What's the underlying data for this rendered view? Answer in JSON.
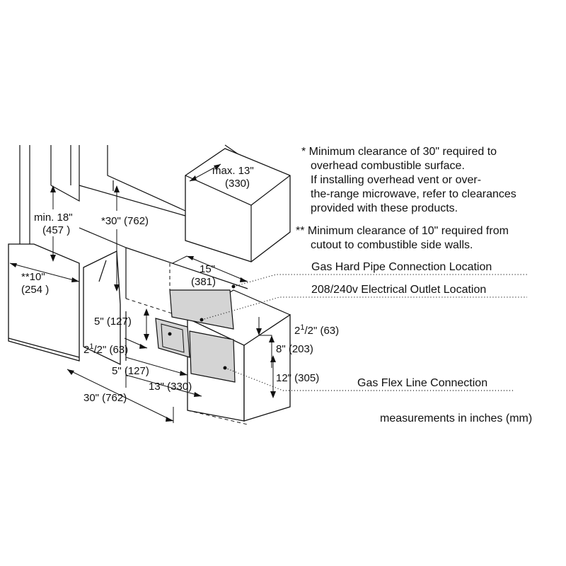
{
  "notes": {
    "note1": [
      "* Minimum clearance of 30\" required to",
      "overhead combustible surface.",
      "If installing overhead vent or over-",
      "the-range microwave, refer to clearances",
      "provided with these products."
    ],
    "note2": [
      "** Minimum clearance of 10\" required from",
      "cutout to combustible side walls."
    ]
  },
  "callouts": {
    "gas_hard_pipe": "Gas Hard Pipe Connection Location",
    "electrical_outlet": "208/240v Electrical Outlet Location",
    "gas_flex_line": "Gas Flex Line Connection",
    "units_note": "measurements in inches (mm)"
  },
  "dimensions": {
    "max_13": "max. 13\"",
    "max_13_mm": "(330)",
    "min_18": "min. 18\"",
    "min_18_mm": "(457 )",
    "clear_30": "*30\" (762)",
    "side_10": "**10\"",
    "side_10_mm": "(254 )",
    "w15": "15\"",
    "w15_mm": "(381)",
    "h5": "5\" (127)",
    "half_left_a": "2",
    "half_left_sup": "1",
    "half_left_b": "/2\" (63)",
    "half_right_a": "2",
    "half_right_sup": "1",
    "half_right_b": "/2\" (63)",
    "d8": "8\" (203)",
    "d12": "12\" (305)",
    "d5_bottom": "5\" (127)",
    "d13": "13\" (330)",
    "d30": "30\" (762)"
  }
}
